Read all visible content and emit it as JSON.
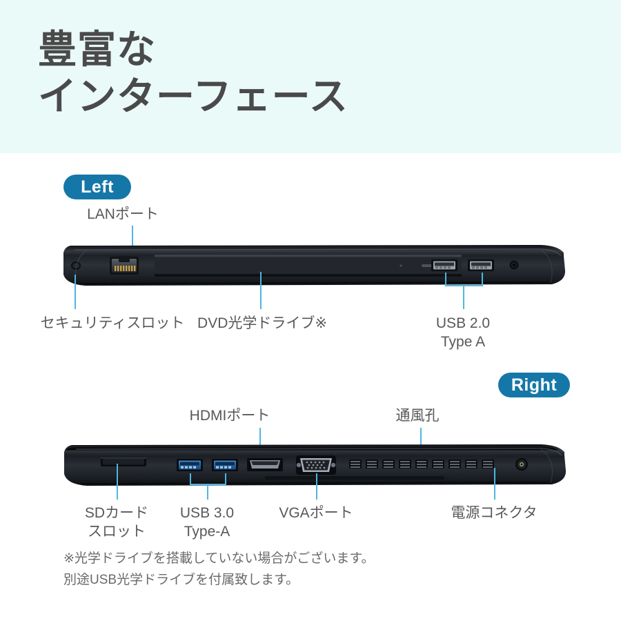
{
  "header": {
    "title": "豊富な\nインターフェース",
    "bg_color": "#eafaf9",
    "text_color": "#4a4a4a"
  },
  "colors": {
    "badge_blue": "#1577a8",
    "leader_line": "#4fb6e0",
    "usb3_blue": "#1f6fb0",
    "label_gray": "#58585a",
    "chassis_dark": "#2a2d33"
  },
  "sections": [
    {
      "badge": "Left",
      "labels_above": [
        {
          "name": "lan-port",
          "text": "LANポート"
        }
      ],
      "labels_below": [
        {
          "name": "security-slot",
          "text": "セキュリティスロット"
        },
        {
          "name": "dvd-drive",
          "text": "DVD光学ドライブ※"
        },
        {
          "name": "usb20",
          "text": "USB 2.0\nType A"
        }
      ]
    },
    {
      "badge": "Right",
      "labels_above": [
        {
          "name": "hdmi-port",
          "text": "HDMIポート"
        },
        {
          "name": "vent",
          "text": "通風孔"
        }
      ],
      "labels_below": [
        {
          "name": "sd-card-slot",
          "text": "SDカード\nスロット"
        },
        {
          "name": "usb30",
          "text": "USB 3.0\nType-A"
        },
        {
          "name": "vga-port",
          "text": "VGAポート"
        },
        {
          "name": "power-connector",
          "text": "電源コネクタ"
        }
      ]
    }
  ],
  "footnote": "※光学ドライブを搭載していない場合がございます。\n別途USB光学ドライブを付属致します。"
}
